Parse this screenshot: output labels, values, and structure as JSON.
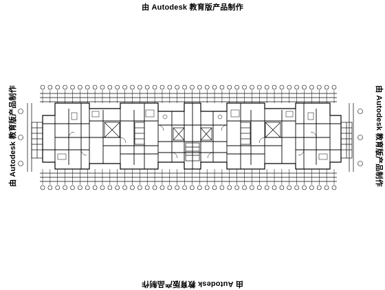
{
  "watermark": {
    "top": "由 Autodesk 教育版产品制作",
    "bottom": "由 Autodesk 教育版产品制作",
    "left": "由 Autodesk 教育版产品制作",
    "right": "由 Autodesk 教育版产品制作"
  },
  "drawing": {
    "line_color": "#000000",
    "background": "#ffffff",
    "axis_bubble_count_top": 40,
    "axis_bubble_count_bottom": 40
  }
}
